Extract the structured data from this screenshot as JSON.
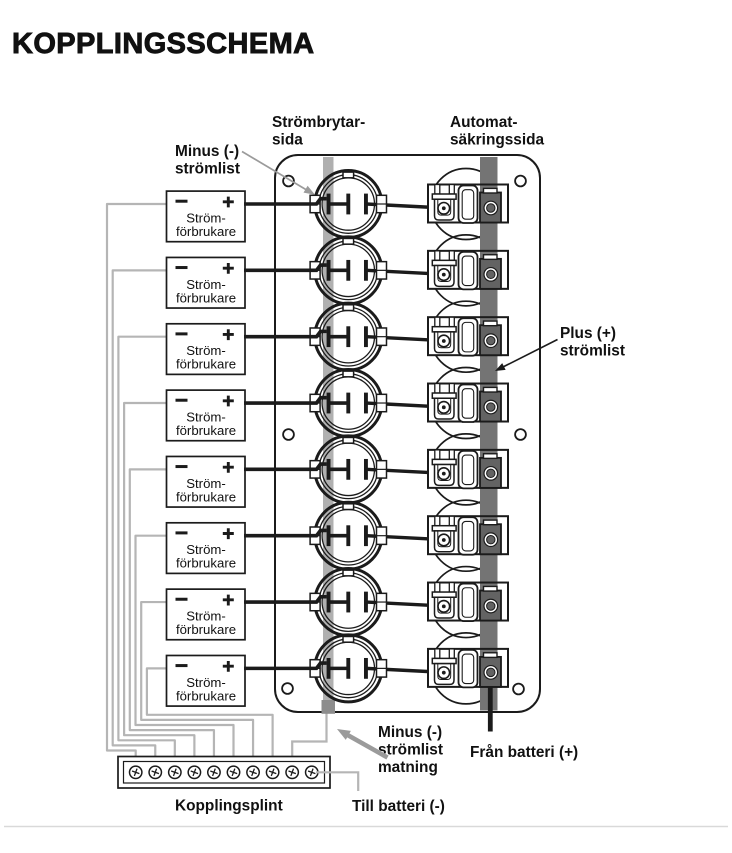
{
  "title": "KOPPLINGSSCHEMA",
  "diagram": {
    "labels": {
      "switch_side": [
        "Strömbrytar-",
        "sida"
      ],
      "fuse_side": [
        "Automat-",
        "säkringssida"
      ],
      "minus_bus": [
        "Minus (-)",
        "strömlist"
      ],
      "plus_bus": [
        "Plus (+)",
        "strömlist"
      ],
      "minus_feed": [
        "Minus (-)",
        "strömlist",
        "matning"
      ],
      "from_battery": "Från batteri (+)",
      "to_battery": "Till batteri (-)",
      "terminal_block": "Kopplingsplint",
      "consumer_lines": [
        "Ström-",
        "förbrukare"
      ],
      "minus_sign": "−",
      "plus_sign": "+"
    },
    "counts": {
      "circuits": 8,
      "terminal_screws": 10
    },
    "colors": {
      "ink": "#1b1b1b",
      "gray_wire": "#b5b5b5",
      "minus_bus": "#b0b0b0",
      "minus_bus_stub": "#8d8d8d",
      "plus_bus": "#747474",
      "fuse_dark": "#636363",
      "leader_gray": "#9b9b9b",
      "divider": "#d9d9d9"
    }
  }
}
